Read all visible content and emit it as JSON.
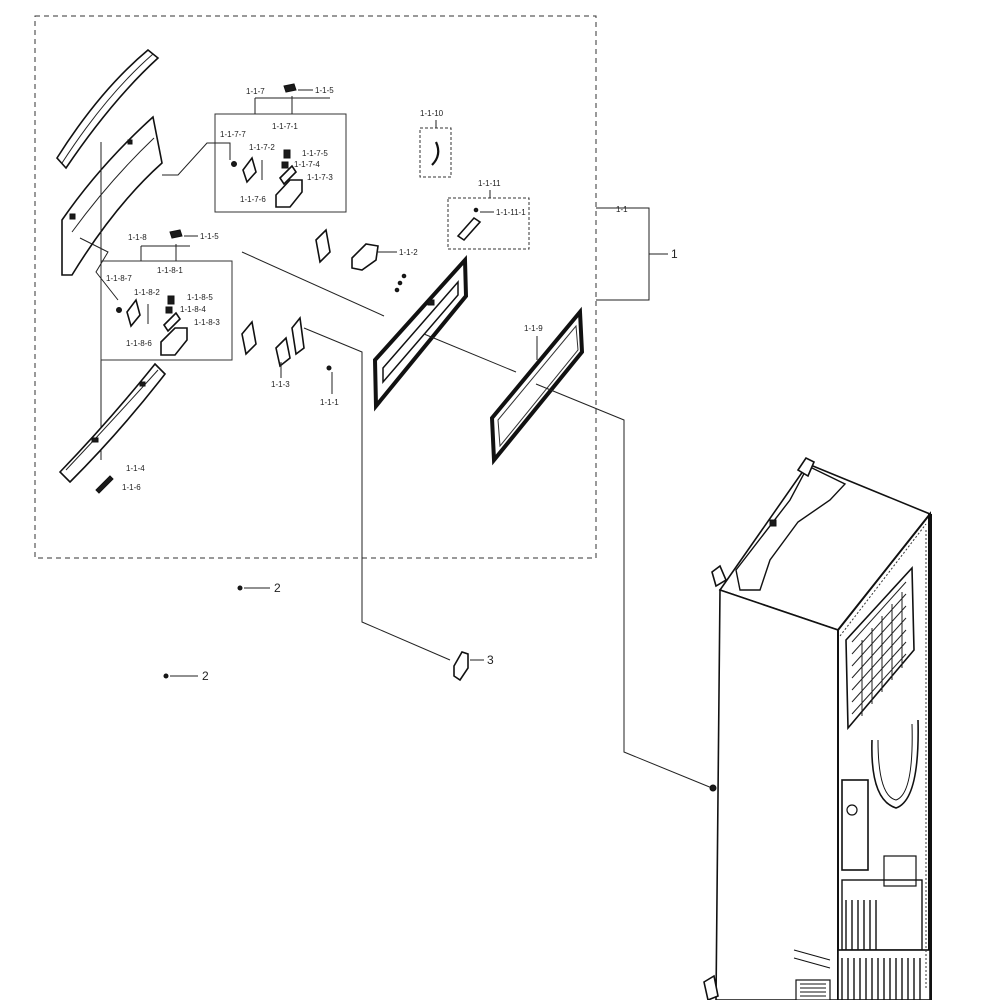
{
  "callouts": {
    "c1": "1",
    "c1_1": "1-1",
    "c1_1_1": "1-1-1",
    "c1_1_2": "1-1-2",
    "c1_1_3": "1-1-3",
    "c1_1_4": "1-1-4",
    "c1_1_5": "1-1-5",
    "c1_1_6": "1-1-6",
    "c1_1_7": "1-1-7",
    "c1_1_7_1": "1-1-7-1",
    "c1_1_7_2": "1-1-7-2",
    "c1_1_7_3": "1-1-7-3",
    "c1_1_7_4": "1-1-7-4",
    "c1_1_7_5": "1-1-7-5",
    "c1_1_7_6": "1-1-7-6",
    "c1_1_7_7": "1-1-7-7",
    "c1_1_8": "1-1-8",
    "c1_1_8_1": "1-1-8-1",
    "c1_1_8_2": "1-1-8-2",
    "c1_1_8_3": "1-1-8-3",
    "c1_1_8_4": "1-1-8-4",
    "c1_1_8_5": "1-1-8-5",
    "c1_1_8_6": "1-1-8-6",
    "c1_1_8_7": "1-1-8-7",
    "c1_1_9": "1-1-9",
    "c1_1_10": "1-1-10",
    "c1_1_11": "1-1-11",
    "c1_1_11_1": "1-1-11-1",
    "c2a": "2",
    "c2b": "2",
    "c3": "3"
  }
}
